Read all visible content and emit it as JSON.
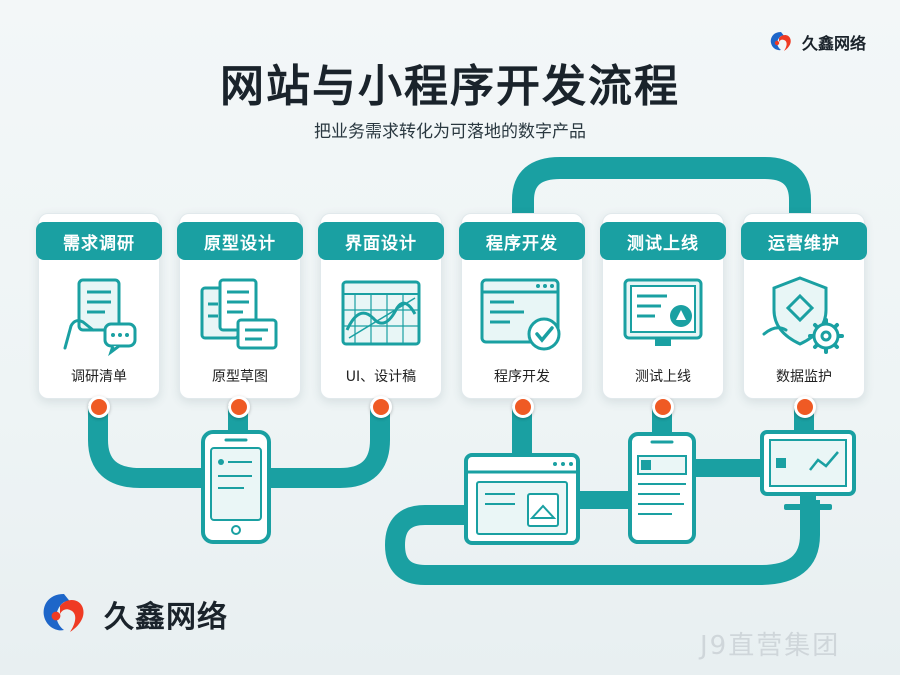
{
  "title": "网站与小程序开发流程",
  "subtitle": "把业务需求转化为可落地的数字产品",
  "brand": {
    "name": "久鑫网络"
  },
  "watermark": "J9直营集团",
  "colors": {
    "teal": "#1aa0a2",
    "orange": "#ef5a24",
    "dark": "#1a232b"
  },
  "steps": [
    {
      "title": "需求调研",
      "caption": "调研清单",
      "icon": "survey-icon"
    },
    {
      "title": "原型设计",
      "caption": "原型草图",
      "icon": "prototype-icon"
    },
    {
      "title": "界面设计",
      "caption": "UI、设计稿",
      "icon": "ui-chart-icon"
    },
    {
      "title": "程序开发",
      "caption": "程序开发",
      "icon": "code-window-icon"
    },
    {
      "title": "测试上线",
      "caption": "测试上线",
      "icon": "test-monitor-icon"
    },
    {
      "title": "运营维护",
      "caption": "数据监护",
      "icon": "shield-gear-icon"
    }
  ],
  "devices": [
    "phone-icon",
    "browser-window-icon",
    "tablet-icon",
    "desktop-monitor-icon"
  ]
}
